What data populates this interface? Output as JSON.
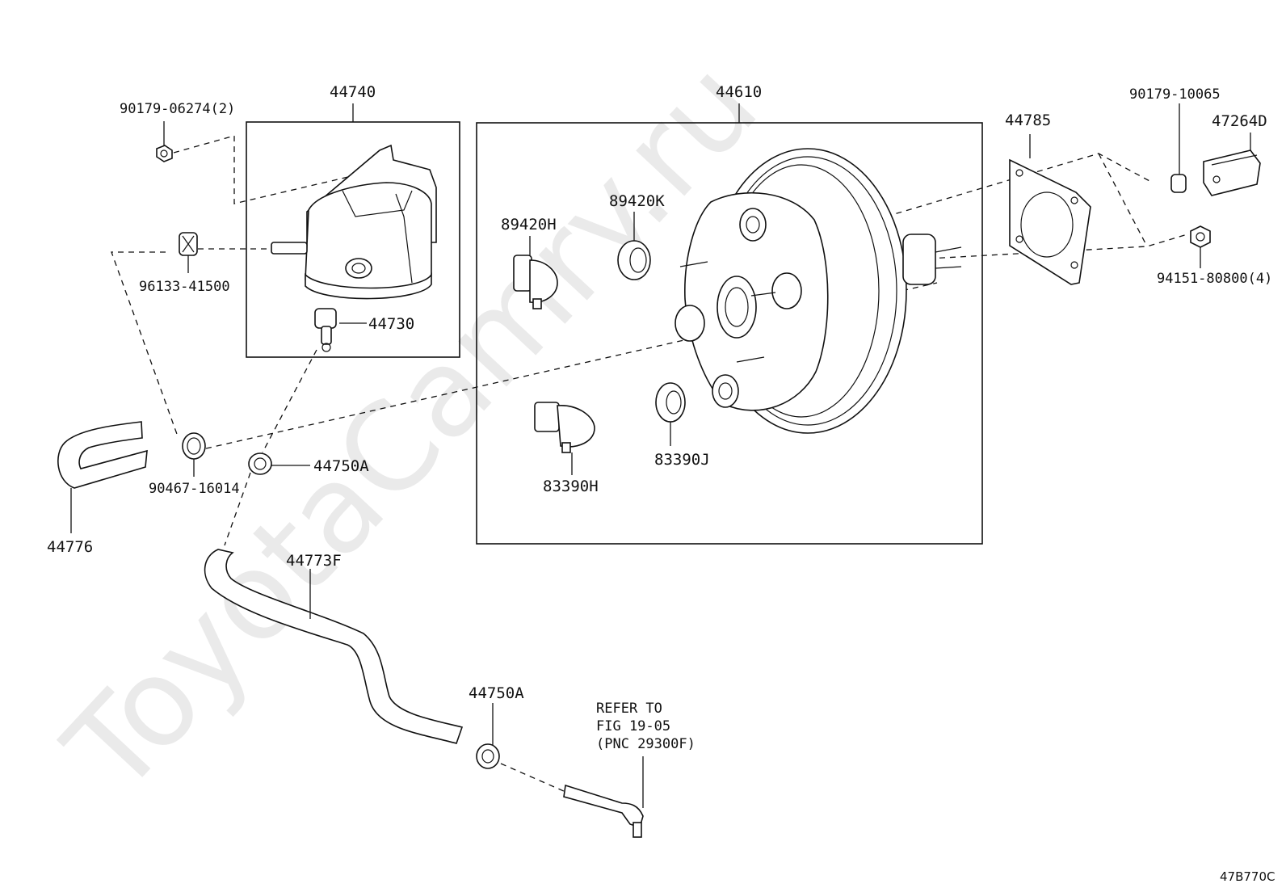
{
  "watermark": "ToyotaCamry.ru",
  "figure_code": "47B770C",
  "parts": {
    "p44740": "44740",
    "p44610": "44610",
    "p90179_06274": "90179-06274(2)",
    "p96133_41500": "96133-41500",
    "p44730": "44730",
    "p89420H": "89420H",
    "p89420K": "89420K",
    "p83390H": "83390H",
    "p83390J": "83390J",
    "p44785": "44785",
    "p90179_10065": "90179-10065",
    "p47264D": "47264D",
    "p94151_80800": "94151-80800(4)",
    "p44776": "44776",
    "p90467_16014": "90467-16014",
    "p44750A_1": "44750A",
    "p44773F": "44773F",
    "p44750A_2": "44750A"
  },
  "refer": {
    "line1": "REFER TO",
    "line2": "FIG 19-05",
    "line3": "(PNC 29300F)"
  }
}
